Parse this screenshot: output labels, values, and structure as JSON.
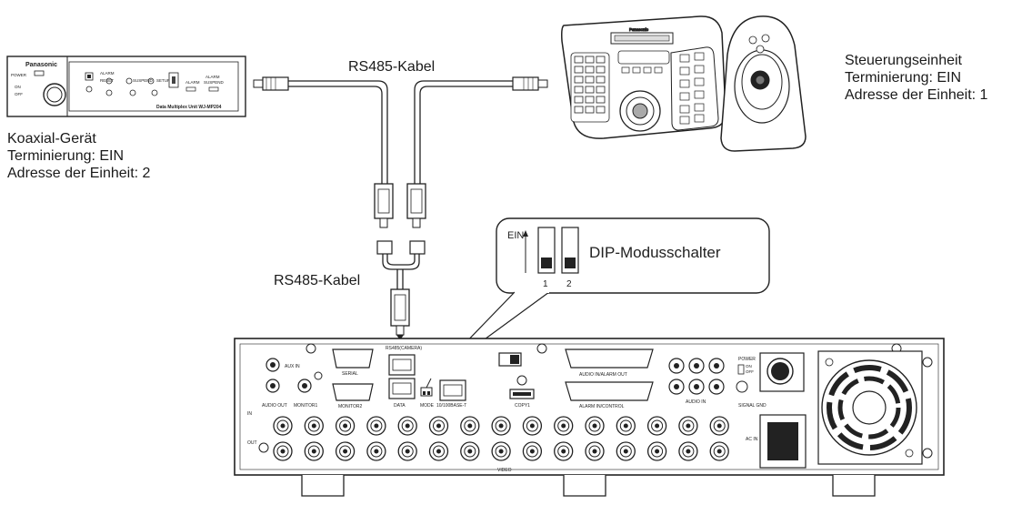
{
  "coax_device": {
    "brand": "Panasonic",
    "model_text": "Data Multiplex Unit  WJ-MP204",
    "power_label": "POWER",
    "on_label": "ON",
    "off_label": "OFF",
    "alarm_label": "ALARM",
    "alarm_suspend_label": "ALARM SUSPEND",
    "label_title": "Koaxial-Gerät",
    "label_termination": "Terminierung: EIN",
    "label_address": "Adresse der Einheit: 2"
  },
  "controller": {
    "label_title": "Steuerungseinheit",
    "label_termination": "Terminierung: EIN",
    "label_address": "Adresse der Einheit: 1"
  },
  "cables": {
    "top_label": "RS485-Kabel",
    "mid_label": "RS485-Kabel"
  },
  "dip_callout": {
    "on_label": "EIN",
    "title": "DIP-Modusschalter",
    "switch_1": "1",
    "switch_2": "2"
  },
  "recorder": {
    "aux_in": "AUX IN",
    "serial": "SERIAL",
    "rs485_camera": "RS485(CAMERA)",
    "data": "DATA",
    "mode": "MODE",
    "ethernet": "10/100BASE-T",
    "copy1": "COPY1",
    "audio_alarm_out": "AUDIO IN/ALARM OUT",
    "alarm_control": "ALARM IN/CONTROL",
    "audio_in": "AUDIO IN",
    "power": "POWER",
    "on": "ON",
    "off": "OFF",
    "signal_gnd": "SIGNAL GND",
    "audio_out": "AUDIO OUT",
    "monitor1": "MONITOR1",
    "monitor2": "MONITOR2",
    "in": "IN",
    "out": "OUT",
    "video": "VIDEO",
    "ac_in": "AC IN"
  }
}
